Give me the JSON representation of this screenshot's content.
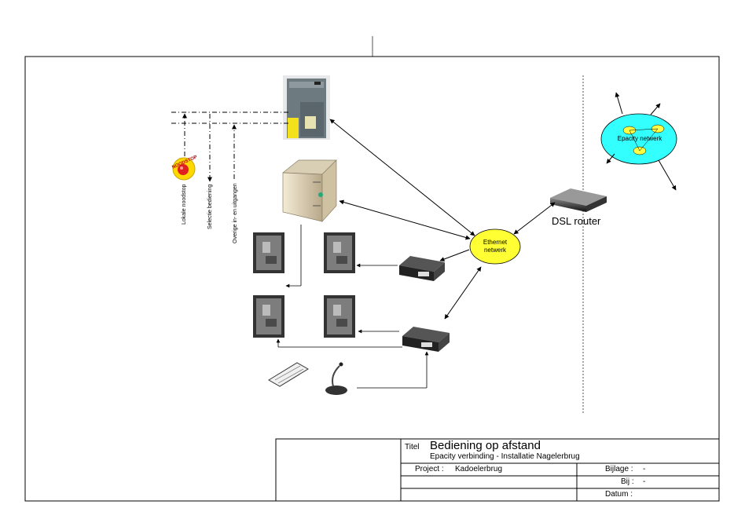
{
  "diagram": {
    "labels": {
      "ethernet_line1": "Ethernet",
      "ethernet_line2": "netwerk",
      "epacity": "Epacity netwerk",
      "dsl_router": "DSL router",
      "noodstop": "NOODSTOP",
      "io_lokale": "Lokale noodstop",
      "io_selectie": "Selectie bediening",
      "io_overige": "Overige in- en uitgangen"
    },
    "colors": {
      "ethernet_fill": "#ffff33",
      "epacity_fill": "#33ffff",
      "node_fill": "#ffff44",
      "plc_body": "#6d7a80",
      "plc_yellow": "#f3e21b",
      "server_body": "#e8dcc0"
    }
  },
  "title_block": {
    "titel_label": "Titel",
    "title": "Bediening op afstand",
    "subtitle": "Epacity verbinding - Installatie Nagelerbrug",
    "project_label": "Project :",
    "project_value": "Kadoelerbrug",
    "bijlage_label": "Bijlage :",
    "bijlage_value": "-",
    "bij_label": "Bij :",
    "bij_value": "-",
    "datum_label": "Datum :"
  }
}
